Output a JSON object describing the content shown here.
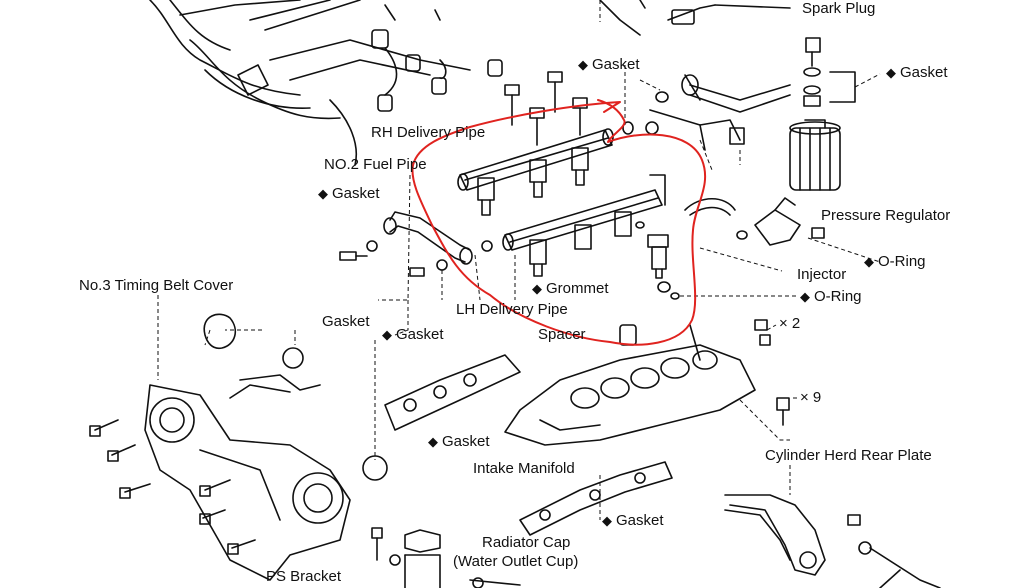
{
  "diagram": {
    "labels": {
      "spark_plug": "Spark Plug",
      "gasket_top": "Gasket",
      "gasket_right": "Gasket",
      "rh_delivery_pipe": "RH Delivery Pipe",
      "no2_fuel_pipe": "NO.2 Fuel Pipe",
      "gasket_left": "Gasket",
      "pressure_regulator": "Pressure Regulator",
      "o_ring_1": "O-Ring",
      "injector": "Injector",
      "grommet": "Grommet",
      "o_ring_2": "O-Ring",
      "no3_timing_belt_cover": "No.3 Timing Belt Cover",
      "gasket_cover": "Gasket",
      "gasket_mid": "Gasket",
      "lh_delivery_pipe": "LH Delivery Pipe",
      "spacer": "Spacer",
      "x2": "× 2",
      "x9": "× 9",
      "gasket_manifold": "Gasket",
      "intake_manifold": "Intake Manifold",
      "cylinder_head_rear_plate": "Cylinder Herd Rear Plate",
      "gasket_bottom": "Gasket",
      "radiator_cap": "Radiator  Cap",
      "water_outlet_cup": "(Water Outlet Cup)",
      "ps_bracket": "PS Bracket"
    },
    "diamond_glyph": "◆",
    "annotation_color": "#e0231f"
  }
}
